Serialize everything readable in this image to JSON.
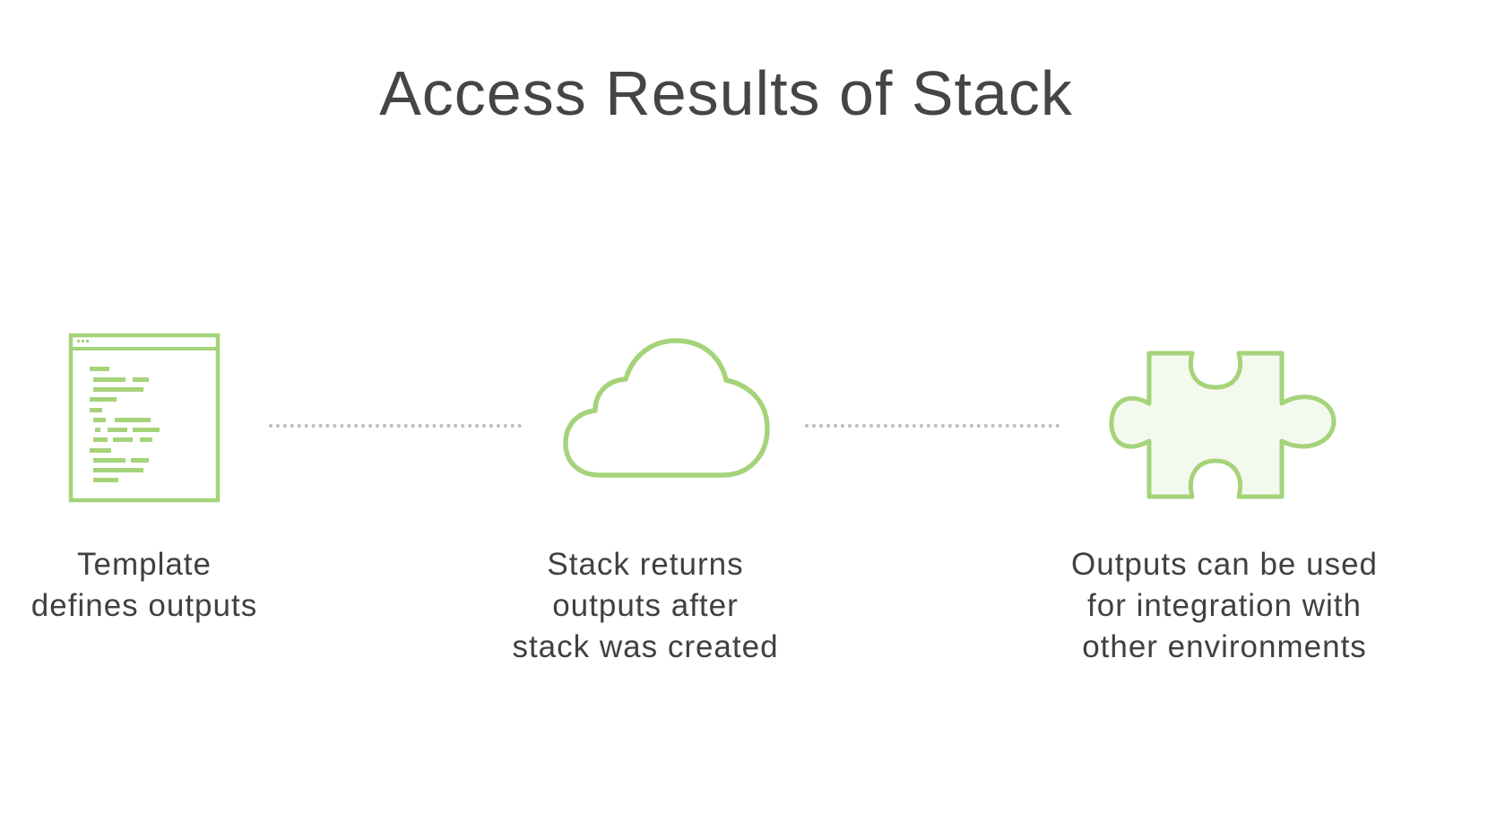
{
  "title": "Access Results of Stack",
  "accent_color": "#a5d37a",
  "steps": [
    {
      "icon": "template-document-icon",
      "label_lines": [
        "Template",
        "defines outputs"
      ]
    },
    {
      "icon": "cloud-icon",
      "label_lines": [
        "Stack returns",
        "outputs after",
        "stack was created"
      ]
    },
    {
      "icon": "puzzle-piece-icon",
      "label_lines": [
        "Outputs can be used",
        "for integration with",
        "other environments"
      ]
    }
  ]
}
